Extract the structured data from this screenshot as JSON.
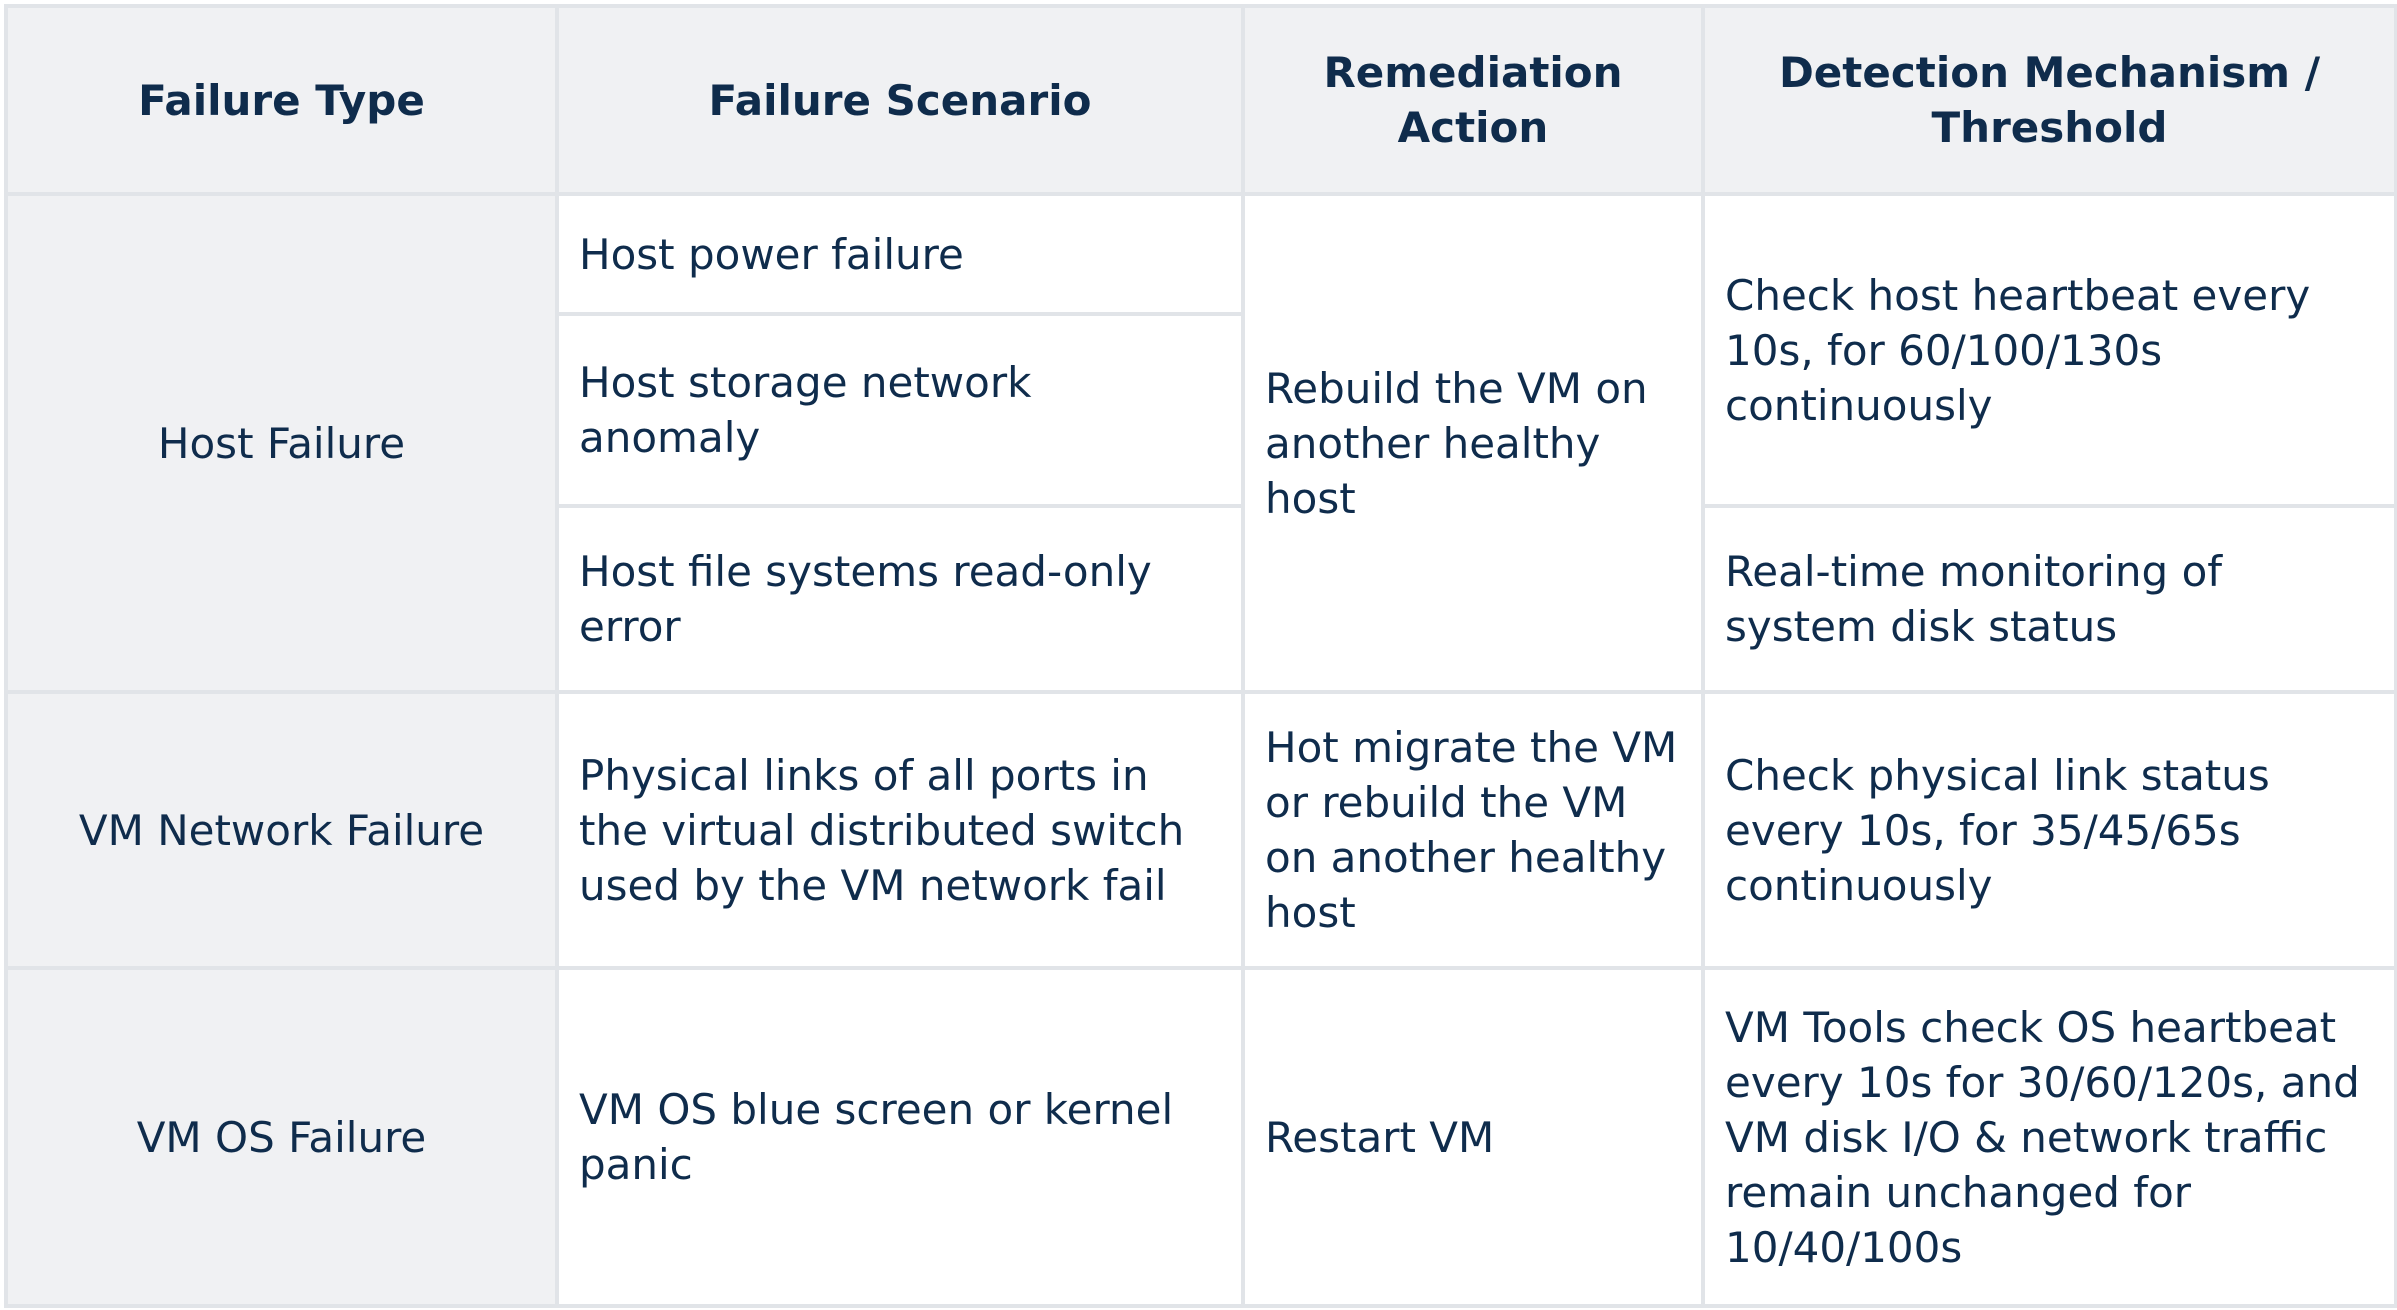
{
  "headers": {
    "failure_type": "Failure Type",
    "failure_scenario": "Failure Scenario",
    "remediation_action": "Remediation Action",
    "detection_mechanism": "Detection Mechanism / Threshold"
  },
  "rows": {
    "host": {
      "type": "Host Failure",
      "scenario_power": "Host power failure",
      "scenario_storage": "Host storage network anomaly",
      "scenario_fs": "Host file systems read-only error",
      "remediation": "Rebuild the VM on another healthy host",
      "detection_heartbeat": "Check host heartbeat every 10s, for 60/100/130s continuously",
      "detection_disk": "Real-time monitoring of system disk status"
    },
    "network": {
      "type": "VM Network Failure",
      "scenario": "Physical links of all ports in the virtual distributed switch used by the VM network fail",
      "remediation": "Hot migrate the VM or rebuild the VM on another healthy host",
      "detection": "Check physical link status every 10s, for 35/45/65s continuously"
    },
    "os": {
      "type": "VM OS Failure",
      "scenario": "VM OS blue screen or kernel panic",
      "remediation": "Restart VM",
      "detection": "VM Tools check OS heartbeat every 10s for 30/60/120s, and VM disk I/O & network traffic remain unchanged for 10/40/100s"
    }
  }
}
